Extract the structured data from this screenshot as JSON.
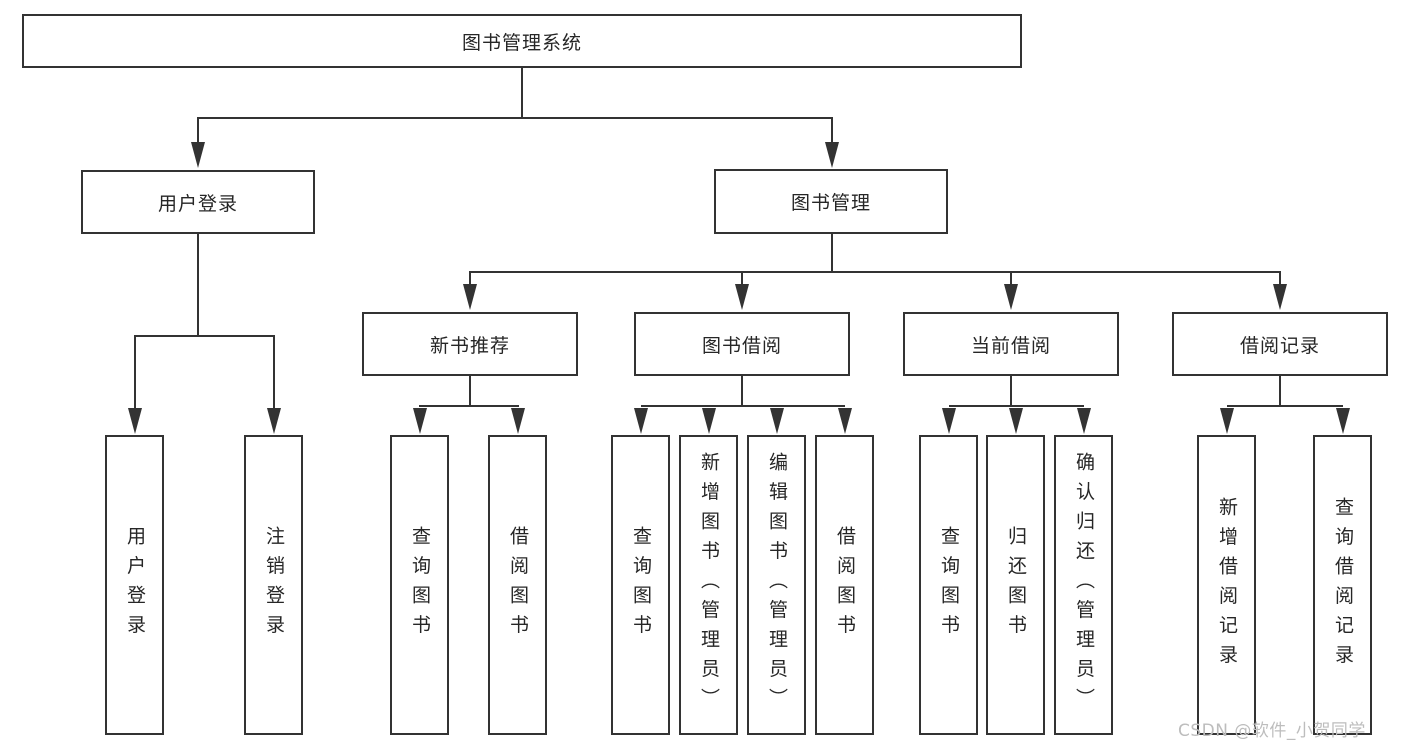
{
  "diagram": {
    "root": {
      "label": "图书管理系统"
    },
    "level2": [
      {
        "label": "用户登录"
      },
      {
        "label": "图书管理"
      }
    ],
    "level3": [
      {
        "label": "新书推荐"
      },
      {
        "label": "图书借阅"
      },
      {
        "label": "当前借阅"
      },
      {
        "label": "借阅记录"
      }
    ],
    "leaves": [
      {
        "label": "用户登录"
      },
      {
        "label": "注销登录"
      },
      {
        "label": "查询图书"
      },
      {
        "label": "借阅图书"
      },
      {
        "label": "查询图书"
      },
      {
        "label": "新增图书（管理员）"
      },
      {
        "label": "编辑图书（管理员）"
      },
      {
        "label": "借阅图书"
      },
      {
        "label": "查询图书"
      },
      {
        "label": "归还图书"
      },
      {
        "label": "确认归还（管理员）"
      },
      {
        "label": "新增借阅记录"
      },
      {
        "label": "查询借阅记录"
      }
    ]
  },
  "watermark": {
    "text": "CSDN @软件_小贺同学"
  },
  "colors": {
    "background": "#ffffff",
    "line": "#333333",
    "box_border": "#333333",
    "text": "#262626",
    "watermark": "#bdbdbd"
  }
}
